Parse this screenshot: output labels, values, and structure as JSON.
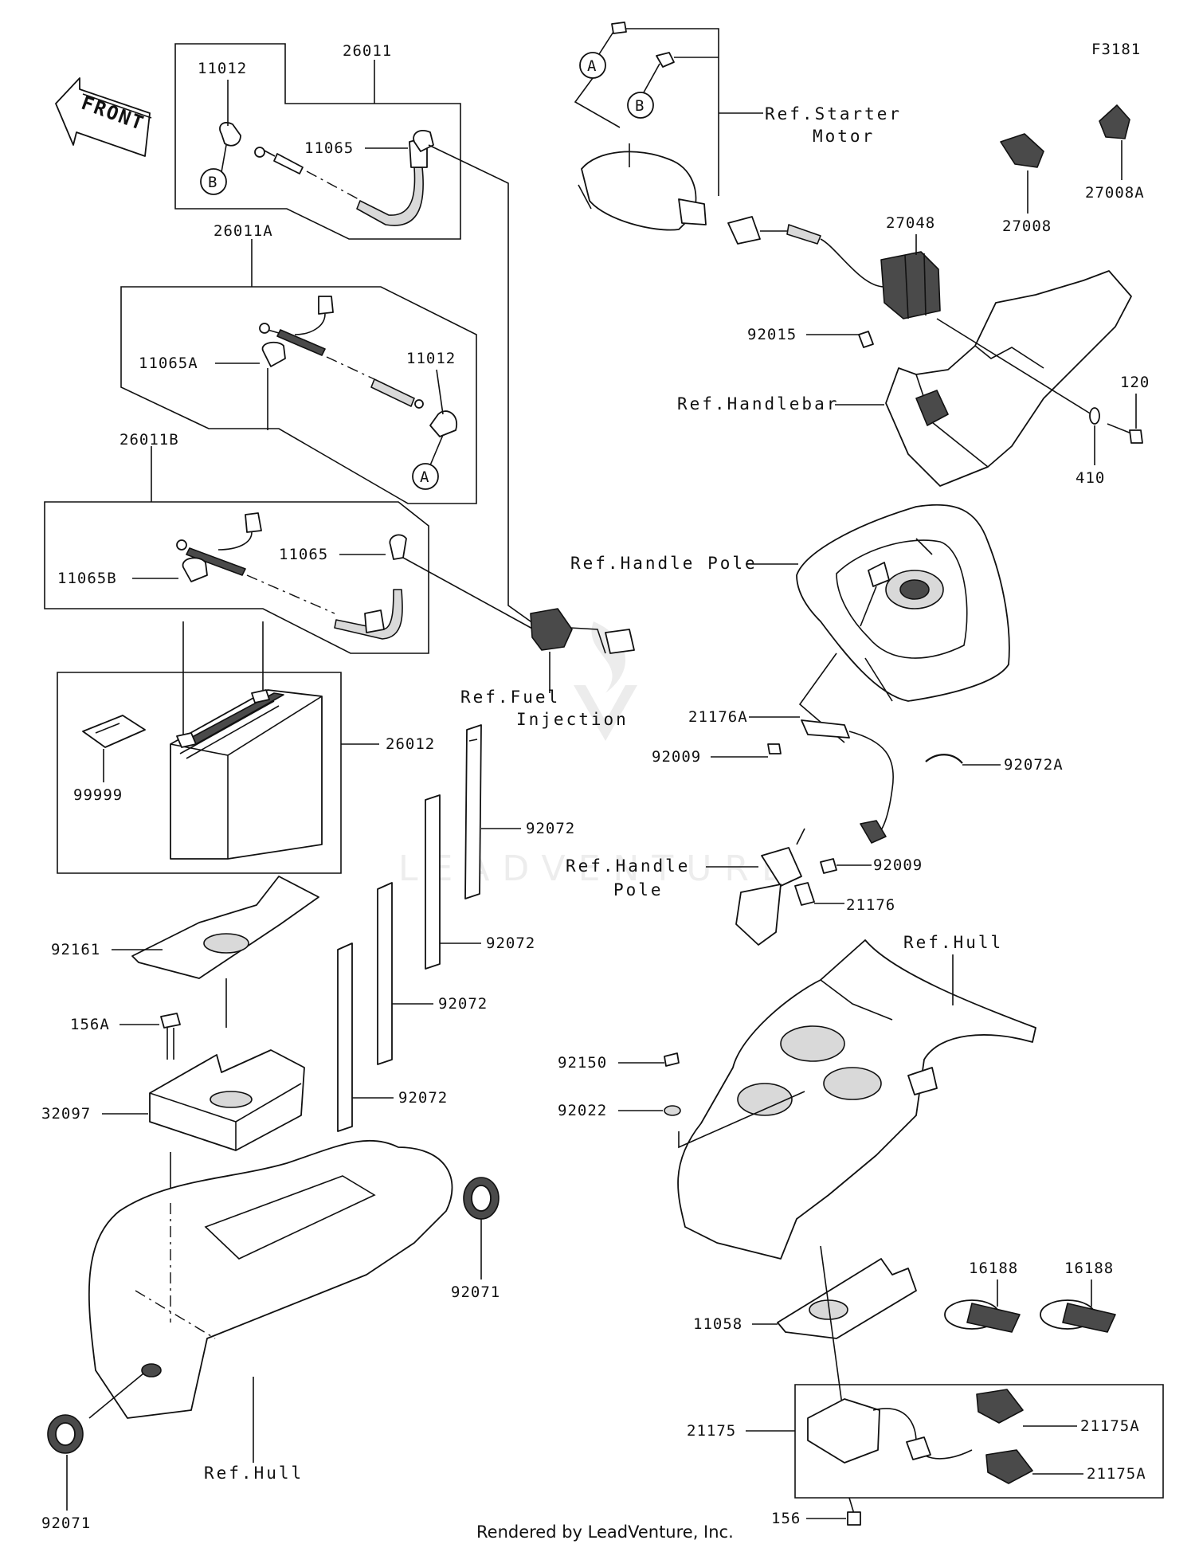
{
  "diagram": {
    "code": "F3181",
    "footer": "Rendered by LeadVenture, Inc.",
    "watermark": "LEADVENTURE",
    "front_label": "FRONT",
    "callouts": {
      "a1": "A",
      "a2": "A",
      "b1": "B",
      "b2": "B"
    },
    "refs": {
      "starter_line1": "Ref.Starter",
      "starter_line2": "Motor",
      "handlebar": "Ref.Handlebar",
      "handle_pole_top": "Ref.Handle Pole",
      "fuel_line1": "Ref.Fuel",
      "fuel_line2": "Injection",
      "handle_pole_line1": "Ref.Handle",
      "handle_pole_line2": "Pole",
      "hull_right": "Ref.Hull",
      "hull_left": "Ref.Hull"
    },
    "parts": {
      "p26011": "26011",
      "p11012a": "11012",
      "p11065a": "11065",
      "p26011A": "26011A",
      "p11065A": "11065A",
      "p11012b": "11012",
      "p26011B": "26011B",
      "p11065b": "11065",
      "p11065B": "11065B",
      "p26012": "26012",
      "p99999": "99999",
      "p92072_1": "92072",
      "p92072_2": "92072",
      "p92072_3": "92072",
      "p92072_4": "92072",
      "p92161": "92161",
      "p156A": "156A",
      "p32097": "32097",
      "p92071a": "92071",
      "p92071b": "92071",
      "p27048": "27048",
      "p27008": "27008",
      "p27008A": "27008A",
      "p92015": "92015",
      "p120": "120",
      "p410": "410",
      "p21176A": "21176A",
      "p92009a": "92009",
      "p92072A": "92072A",
      "p92009b": "92009",
      "p21176": "21176",
      "p92150": "92150",
      "p92022": "92022",
      "p16188a": "16188",
      "p16188b": "16188",
      "p11058": "11058",
      "p21175": "21175",
      "p21175A_1": "21175A",
      "p21175A_2": "21175A",
      "p156": "156"
    }
  }
}
